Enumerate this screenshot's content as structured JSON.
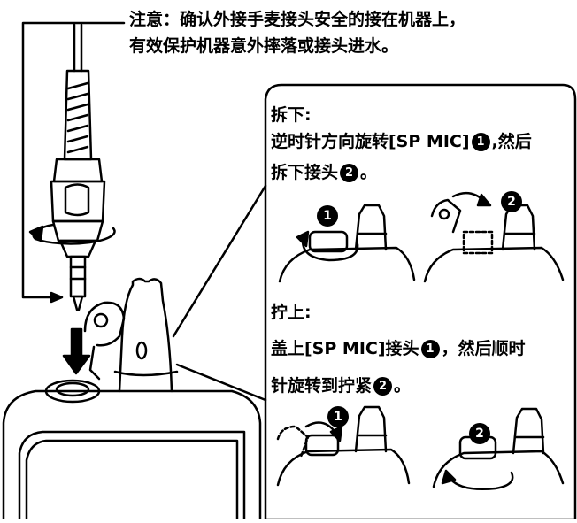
{
  "note": {
    "line1": "注意：确认外接手麦接头安全的接在机器上，",
    "line2": "有效保护机器意外摔落或接头进水。"
  },
  "remove": {
    "title": "拆下:",
    "line1_a": "逆时针方向旋转[SP MIC]",
    "line1_b": ",然后",
    "line2_a": "拆下接头",
    "line2_b": "。"
  },
  "attach": {
    "title": "拧上:",
    "line1_a": "盖上[SP MIC]接头",
    "line1_b": "，然后顺时",
    "line2_a": "针旋转到拧紧",
    "line2_b": "。"
  },
  "markers": {
    "one": "1",
    "two": "2"
  }
}
